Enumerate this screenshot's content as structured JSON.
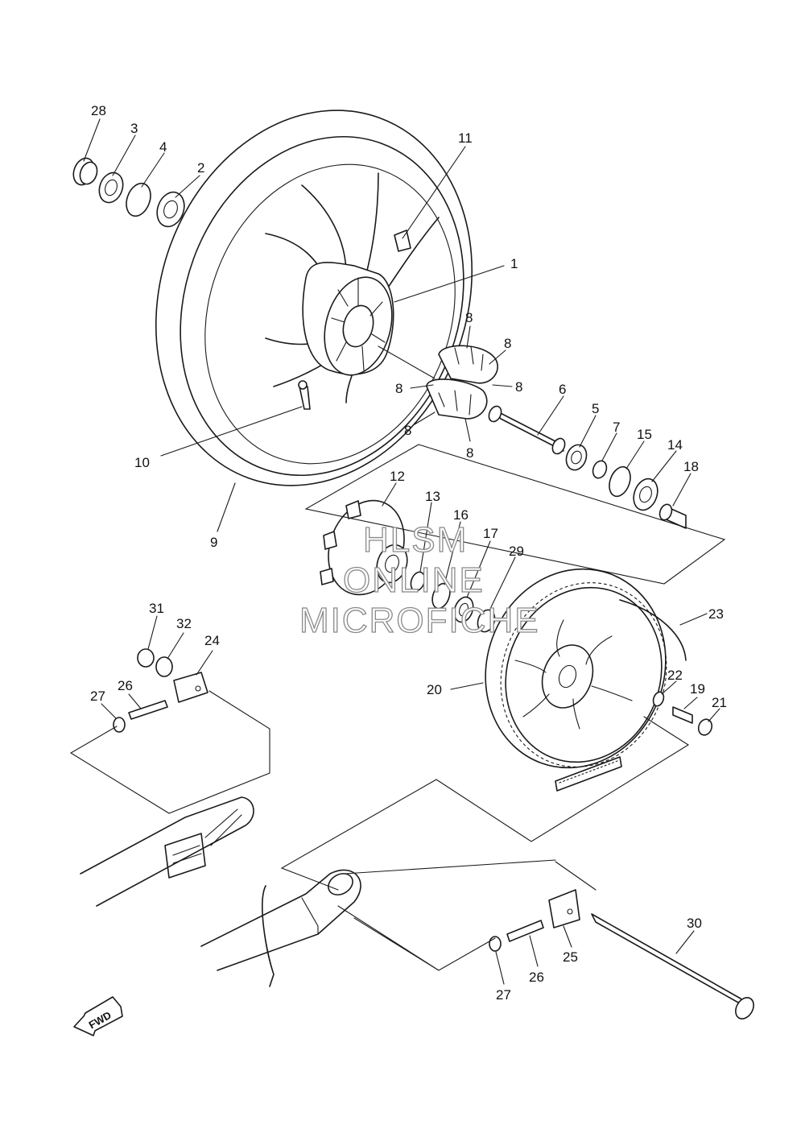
{
  "watermark": {
    "line1": "HLSM",
    "line2": "ONLINE",
    "line3": "MICROFICHE"
  },
  "direction_arrow": {
    "label": "FWD",
    "icon": "forward-arrow-icon"
  },
  "callouts": [
    {
      "id": "c28",
      "text": "28"
    },
    {
      "id": "c3",
      "text": "3"
    },
    {
      "id": "c4",
      "text": "4"
    },
    {
      "id": "c2",
      "text": "2"
    },
    {
      "id": "c11",
      "text": "11"
    },
    {
      "id": "c1",
      "text": "1"
    },
    {
      "id": "c8a",
      "text": "8"
    },
    {
      "id": "c8b",
      "text": "8"
    },
    {
      "id": "c8c",
      "text": "8"
    },
    {
      "id": "c8d",
      "text": "8"
    },
    {
      "id": "c8e",
      "text": "8"
    },
    {
      "id": "c8f",
      "text": "8"
    },
    {
      "id": "c6",
      "text": "6"
    },
    {
      "id": "c5",
      "text": "5"
    },
    {
      "id": "c7",
      "text": "7"
    },
    {
      "id": "c15",
      "text": "15"
    },
    {
      "id": "c14",
      "text": "14"
    },
    {
      "id": "c18",
      "text": "18"
    },
    {
      "id": "c10",
      "text": "10"
    },
    {
      "id": "c9",
      "text": "9"
    },
    {
      "id": "c12",
      "text": "12"
    },
    {
      "id": "c13",
      "text": "13"
    },
    {
      "id": "c16",
      "text": "16"
    },
    {
      "id": "c17",
      "text": "17"
    },
    {
      "id": "c29",
      "text": "29"
    },
    {
      "id": "c23",
      "text": "23"
    },
    {
      "id": "c31",
      "text": "31"
    },
    {
      "id": "c32",
      "text": "32"
    },
    {
      "id": "c24",
      "text": "24"
    },
    {
      "id": "c26a",
      "text": "26"
    },
    {
      "id": "c27a",
      "text": "27"
    },
    {
      "id": "c22",
      "text": "22"
    },
    {
      "id": "c19",
      "text": "19"
    },
    {
      "id": "c21",
      "text": "21"
    },
    {
      "id": "c20",
      "text": "20"
    },
    {
      "id": "c30",
      "text": "30"
    },
    {
      "id": "c25",
      "text": "25"
    },
    {
      "id": "c26b",
      "text": "26"
    },
    {
      "id": "c27b",
      "text": "27"
    }
  ]
}
